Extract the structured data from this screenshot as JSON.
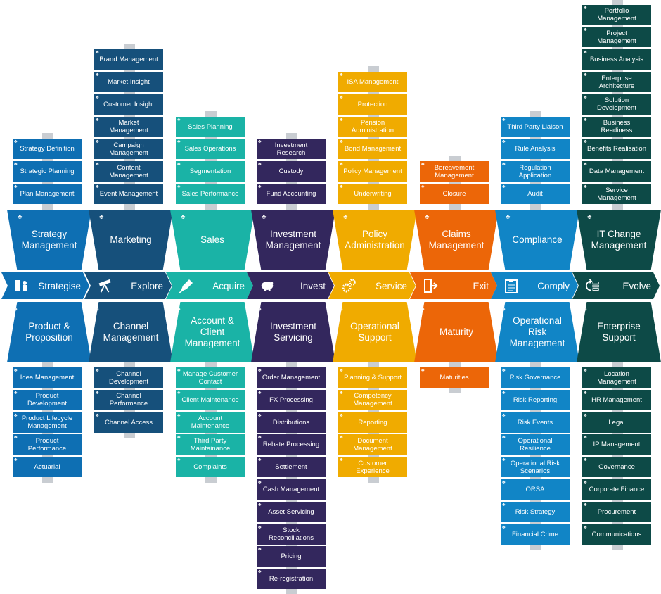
{
  "columns": [
    {
      "id": "strategy",
      "color": "#0e6fb3",
      "top_label": "Strategy Management",
      "top_items": [
        "Strategy Definition",
        "Strategic Planning",
        "Plan Management"
      ],
      "chevron_label": "Strategise",
      "chevron_icon": "chess-pieces-icon",
      "bottom_label": "Product & Proposition",
      "bottom_items": [
        "Idea Management",
        "Product Development",
        "Product Lifecycle Management",
        "Product Performance",
        "Actuarial"
      ]
    },
    {
      "id": "marketing",
      "color": "#16507b",
      "top_label": "Marketing",
      "top_items": [
        "Brand Management",
        "Market Insight",
        "Customer Insight",
        "Market Management",
        "Campaign Management",
        "Content Management",
        "Event Management"
      ],
      "chevron_label": "Explore",
      "chevron_icon": "telescope-icon",
      "bottom_label": "Channel Management",
      "bottom_items": [
        "Channel Development",
        "Channel Performance",
        "Channel Access"
      ]
    },
    {
      "id": "sales",
      "color": "#1ab3a6",
      "top_label": "Sales",
      "top_items": [
        "Sales Planning",
        "Sales Operations",
        "Segmentation",
        "Sales Performance"
      ],
      "chevron_label": "Acquire",
      "chevron_icon": "pen-nib-icon",
      "bottom_label": "Account & Client Management",
      "bottom_items": [
        "Manage Customer Contact",
        "Client Maintenance",
        "Account Maintenance",
        "Third Party Maintainance",
        "Complaints"
      ]
    },
    {
      "id": "investment",
      "color": "#33275d",
      "top_label": "Investment Management",
      "top_items": [
        "Investment Research",
        "Custody",
        "Fund Accounting"
      ],
      "chevron_label": "Invest",
      "chevron_icon": "piggy-bank-icon",
      "bottom_label": "Investment Servicing",
      "bottom_items": [
        "Order Management",
        "FX Processing",
        "Distributions",
        "Rebate Processing",
        "Settlement",
        "Cash Management",
        "Asset Servicing",
        "Stock Reconciliations",
        "Pricing",
        "Re-registration"
      ]
    },
    {
      "id": "policy",
      "color": "#f0ab00",
      "top_label": "Policy Administration",
      "top_items": [
        "ISA Management",
        "Protection",
        "Pension Administration",
        "Bond Management",
        "Policy Management",
        "Underwriting"
      ],
      "chevron_label": "Service",
      "chevron_icon": "gears-icon",
      "bottom_label": "Operational Support",
      "bottom_items": [
        "Planning & Support",
        "Competency Management",
        "Reporting",
        "Document Management",
        "Customer Experience"
      ]
    },
    {
      "id": "claims",
      "color": "#ec6608",
      "top_label": "Claims Management",
      "top_items": [
        "Bereavement Management",
        "Closure"
      ],
      "chevron_label": "Exit",
      "chevron_icon": "exit-door-icon",
      "bottom_label": "Maturity",
      "bottom_items": [
        "Maturities"
      ]
    },
    {
      "id": "compliance",
      "color": "#1185c6",
      "top_label": "Compliance",
      "top_items": [
        "Third Party Liaison",
        "Rule Analysis",
        "Regulation Application",
        "Audit"
      ],
      "chevron_label": "Comply",
      "chevron_icon": "clipboard-icon",
      "bottom_label": "Operational Risk Management",
      "bottom_items": [
        "Risk Governance",
        "Risk Reporting",
        "Risk Events",
        "Operational Resilience",
        "Operational Risk Scenarios",
        "ORSA",
        "Risk Strategy",
        "Financial Crime"
      ]
    },
    {
      "id": "itchange",
      "color": "#0d4a47",
      "top_label": "IT Change Management",
      "top_items": [
        "Portfolio Management",
        "Project Management",
        "Business Analysis",
        "Enterprise Architecture",
        "Solution Development",
        "Business Readiness",
        "Benefits Realisation",
        "Data Management",
        "Service Management"
      ],
      "chevron_label": "Evolve",
      "chevron_icon": "refresh-list-icon",
      "bottom_label": "Enterprise Support",
      "bottom_items": [
        "Location Management",
        "HR Management",
        "Legal",
        "IP Management",
        "Governance",
        "Corporate Finance",
        "Procurement",
        "Communications"
      ]
    }
  ]
}
